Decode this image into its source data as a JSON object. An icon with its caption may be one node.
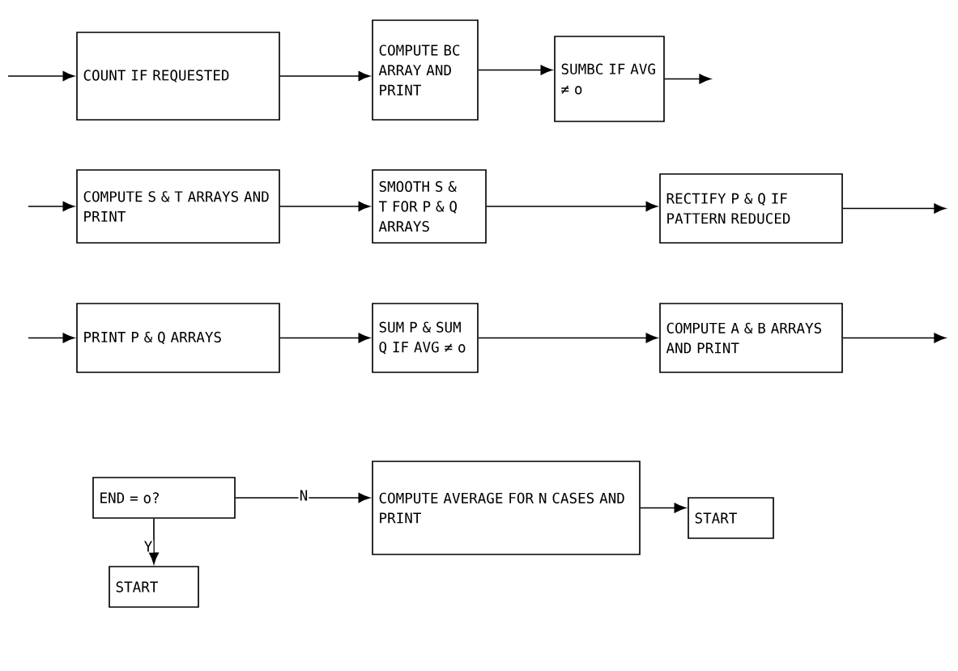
{
  "diagram": {
    "nodes": [
      {
        "text": [
          "COUNT IF REQUESTED"
        ]
      },
      {
        "text": [
          "COMPUTE BC ARRAY AND PRINT"
        ]
      },
      {
        "text": [
          "SUMBC IF AVG ≠ o"
        ]
      },
      {
        "text": [
          "COMPUTE S & T ARRAYS AND PRINT"
        ]
      },
      {
        "text": [
          "SMOOTH S & T FOR P & Q ARRAYS"
        ]
      },
      {
        "text": [
          "RECTIFY P & Q IF PATTERN REDUCED"
        ]
      },
      {
        "text": [
          "PRINT P & Q ARRAYS"
        ]
      },
      {
        "text": [
          "SUM P & SUM Q IF AVG ≠ o"
        ]
      },
      {
        "text": [
          "COMPUTE A & B ARRAYS AND PRINT"
        ]
      },
      {
        "text": [
          "END = o?"
        ]
      },
      {
        "text": [
          "COMPUTE AVERAGE FOR N CASES AND PRINT"
        ]
      },
      {
        "text": [
          "START"
        ]
      },
      {
        "text": [
          "START"
        ]
      }
    ],
    "edges": [
      {
        "from": null,
        "to": 0,
        "arrow": "to"
      },
      {
        "from": 0,
        "to": 1,
        "arrow": "to"
      },
      {
        "from": 1,
        "to": 2,
        "arrow": "to"
      },
      {
        "from": 2,
        "to": null,
        "arrow": "to"
      },
      {
        "from": null,
        "to": 3,
        "arrow": "to"
      },
      {
        "from": 3,
        "to": 4,
        "arrow": "to"
      },
      {
        "from": 4,
        "to": 5,
        "arrow": "to"
      },
      {
        "from": 5,
        "to": null,
        "arrow": "to"
      },
      {
        "from": null,
        "to": 6,
        "arrow": "to"
      },
      {
        "from": 6,
        "to": 7,
        "arrow": "to"
      },
      {
        "from": 7,
        "to": 8,
        "arrow": "to"
      },
      {
        "from": 8,
        "to": null,
        "arrow": "to"
      },
      {
        "from": 9,
        "to": 10,
        "label": "N",
        "arrow": "to"
      },
      {
        "from": 9,
        "to": 12,
        "label": "Y",
        "arrow": "to"
      },
      {
        "from": 10,
        "to": 11,
        "arrow": "to"
      }
    ]
  }
}
